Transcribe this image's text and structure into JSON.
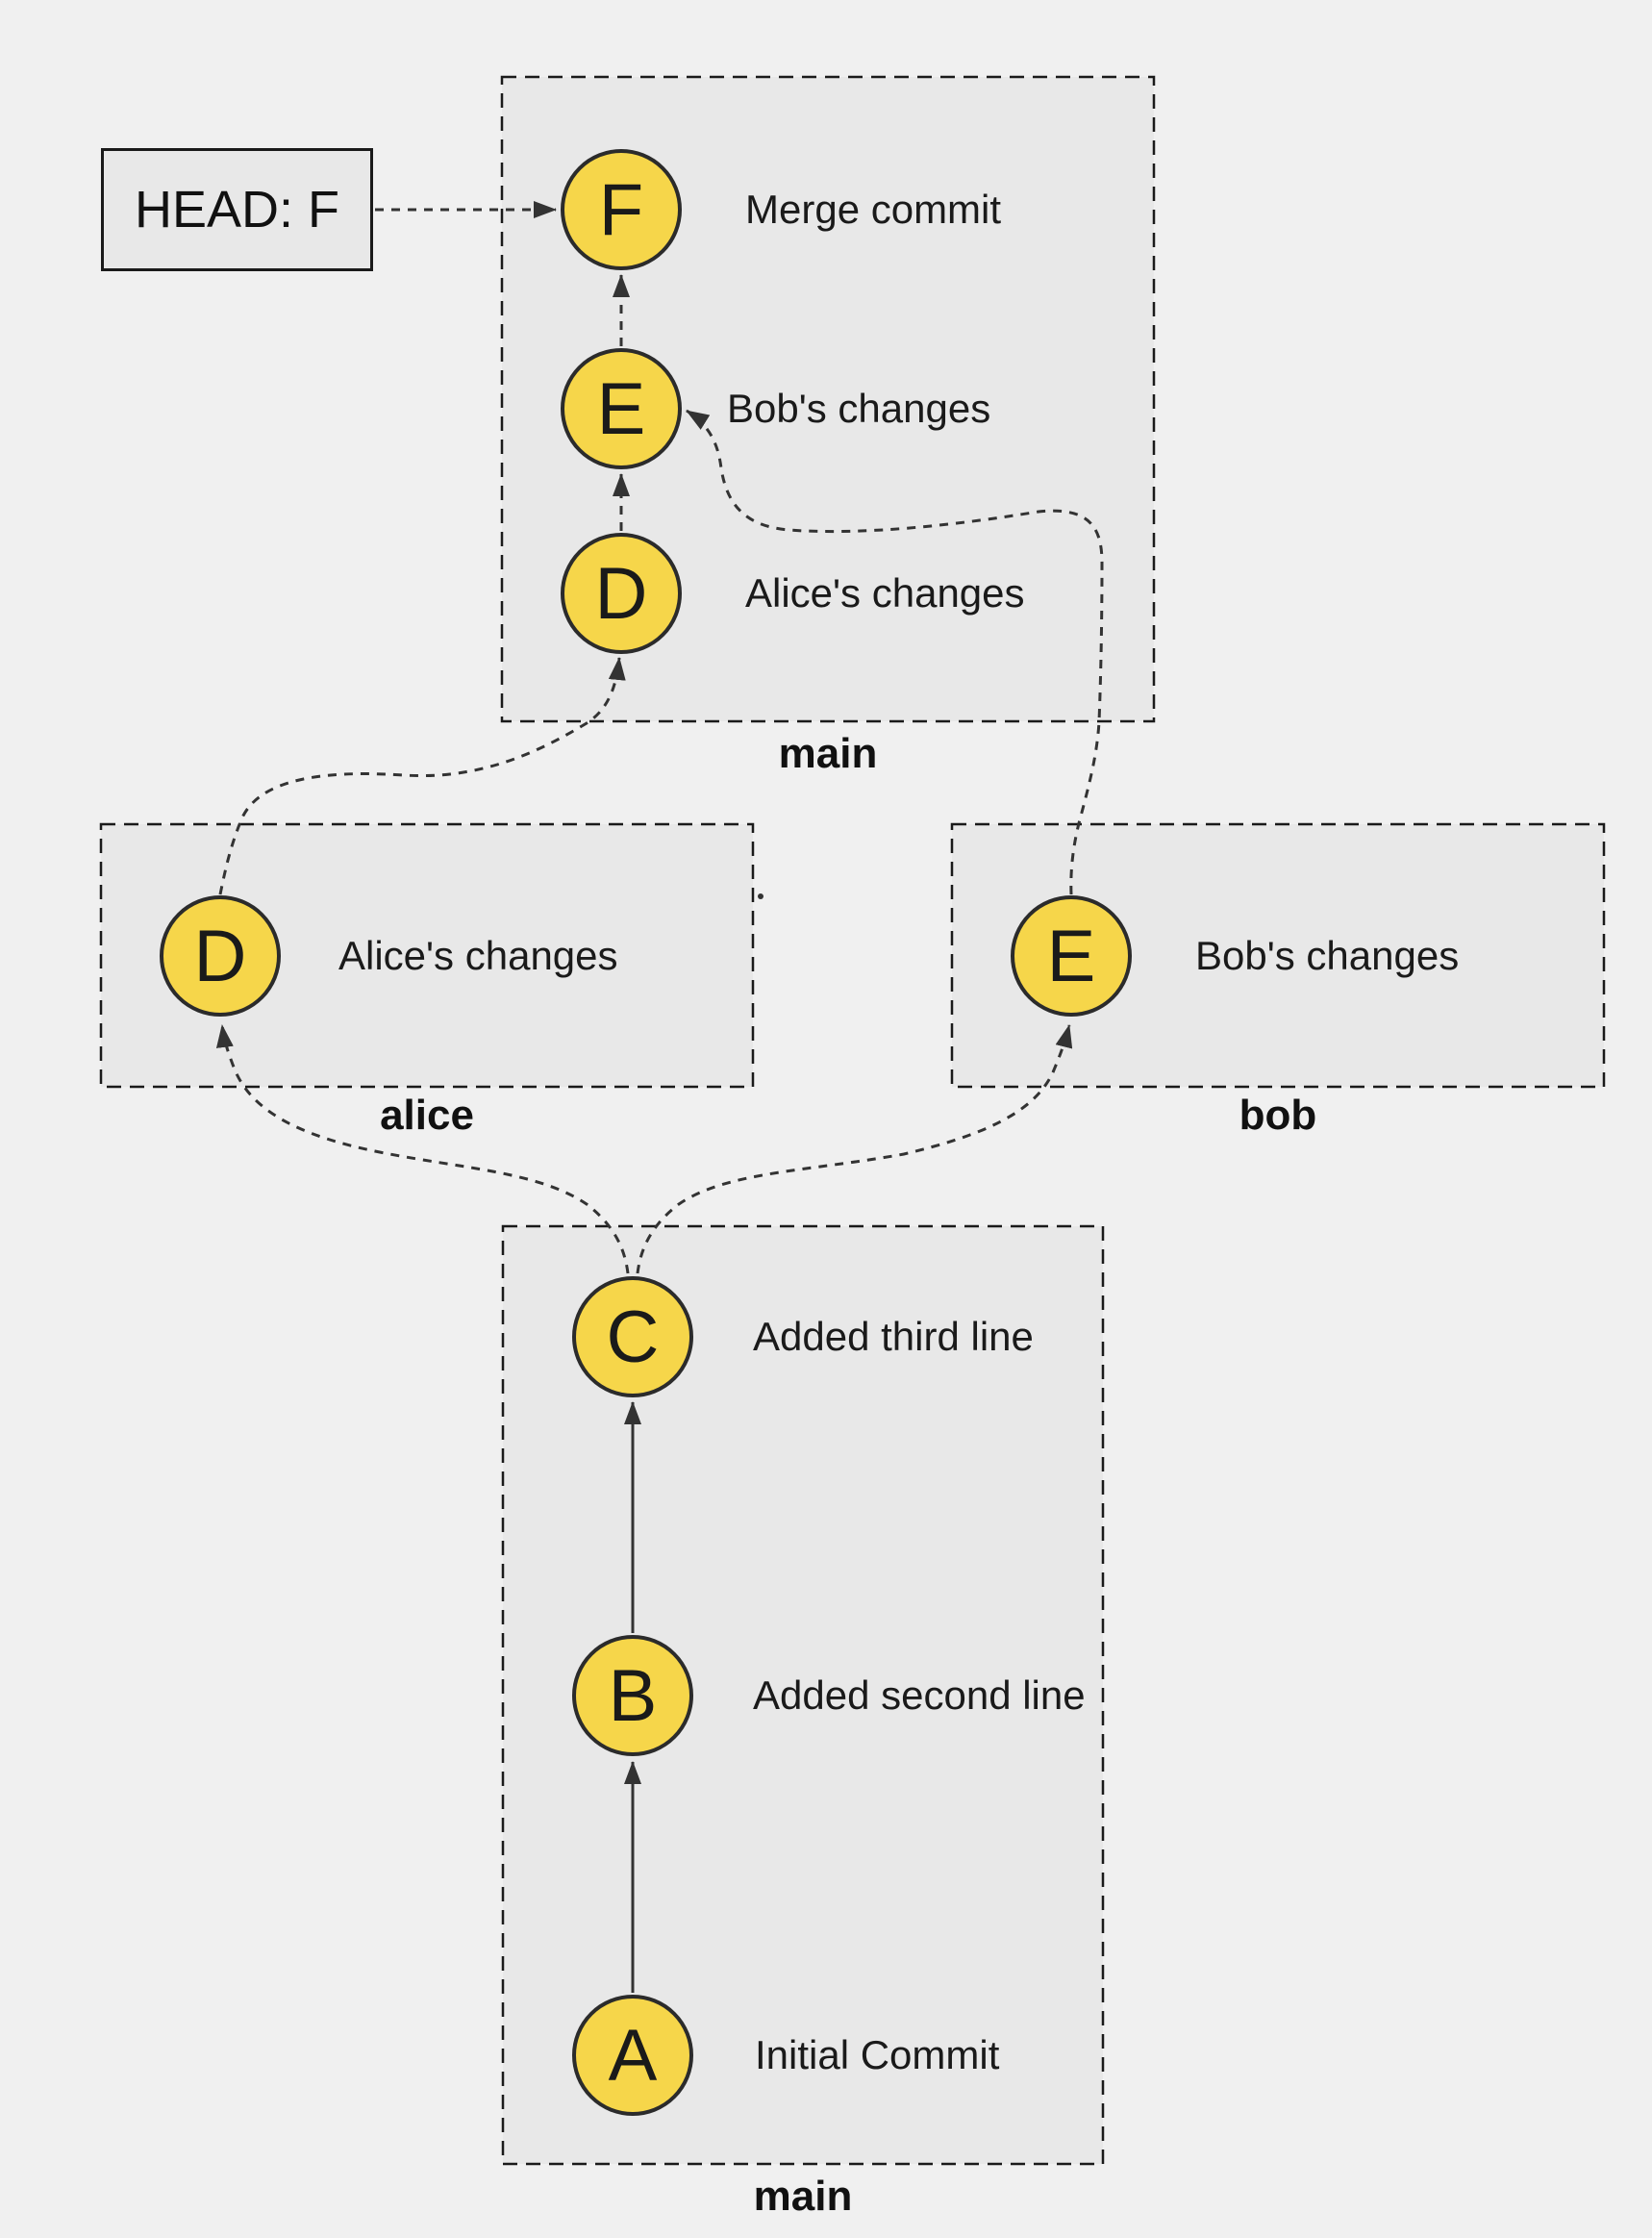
{
  "head": {
    "label": "HEAD: F"
  },
  "graph": {
    "main_top": {
      "label": "main",
      "commits": [
        {
          "id": "F",
          "message": "Merge commit"
        },
        {
          "id": "E",
          "message": "Bob's changes"
        },
        {
          "id": "D",
          "message": "Alice's changes"
        }
      ]
    },
    "alice": {
      "label": "alice",
      "commits": [
        {
          "id": "D",
          "message": "Alice's changes"
        }
      ]
    },
    "bob": {
      "label": "bob",
      "commits": [
        {
          "id": "E",
          "message": "Bob's changes"
        }
      ]
    },
    "main_bottom": {
      "label": "main",
      "commits": [
        {
          "id": "C",
          "message": "Added third line"
        },
        {
          "id": "B",
          "message": "Added second line"
        },
        {
          "id": "A",
          "message": "Initial Commit"
        }
      ]
    }
  },
  "colors": {
    "background": "#f0f0f0",
    "box_fill": "#e8e8e8",
    "node_fill": "#f6d64a",
    "node_border": "#2b2b2b",
    "line": "#333333",
    "text": "#1a1a1a"
  }
}
